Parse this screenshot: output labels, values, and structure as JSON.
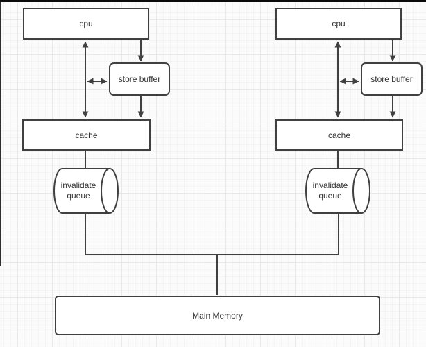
{
  "window": {
    "top_border_color": "#0a0a0a",
    "left_border_color": "#2e2e2e"
  },
  "canvas": {
    "background": "#fbfbfb",
    "grid_minor_color": "#f4f4f4",
    "grid_major_color": "#e8e8e8"
  },
  "diagram": {
    "stroke_color": "#404040",
    "text_color": "#333333",
    "node_fill_color": "#ffffff",
    "nodes": {
      "cpu_left": {
        "label": "cpu",
        "shape": "rectangle"
      },
      "store_buffer_left": {
        "label": "store buffer",
        "shape": "rounded-rectangle"
      },
      "cache_left": {
        "label": "cache",
        "shape": "rectangle"
      },
      "invalidate_queue_left": {
        "label": "invalidate queue",
        "shape": "horizontal-cylinder"
      },
      "cpu_right": {
        "label": "cpu",
        "shape": "rectangle"
      },
      "store_buffer_right": {
        "label": "store buffer",
        "shape": "rounded-rectangle"
      },
      "cache_right": {
        "label": "cache",
        "shape": "rectangle"
      },
      "invalidate_queue_right": {
        "label": "invalidate queue",
        "shape": "horizontal-cylinder"
      },
      "main_memory": {
        "label": "Main Memory",
        "shape": "rounded-rectangle"
      }
    },
    "edges": [
      {
        "from": "cpu_left",
        "to": "cache_left",
        "style": "double-arrow"
      },
      {
        "from": "cpu_left",
        "to": "store_buffer_left",
        "style": "arrow"
      },
      {
        "from": "cpu_cache_link_left",
        "to": "store_buffer_left",
        "style": "double-arrow"
      },
      {
        "from": "store_buffer_left",
        "to": "cache_left",
        "style": "arrow"
      },
      {
        "from": "cache_left",
        "to": "invalidate_queue_left",
        "style": "line"
      },
      {
        "from": "invalidate_queue_left",
        "to": "main_memory",
        "style": "line"
      },
      {
        "from": "cpu_right",
        "to": "cache_right",
        "style": "double-arrow"
      },
      {
        "from": "cpu_right",
        "to": "store_buffer_right",
        "style": "arrow"
      },
      {
        "from": "cpu_cache_link_right",
        "to": "store_buffer_right",
        "style": "double-arrow"
      },
      {
        "from": "store_buffer_right",
        "to": "cache_right",
        "style": "arrow"
      },
      {
        "from": "cache_right",
        "to": "invalidate_queue_right",
        "style": "line"
      },
      {
        "from": "invalidate_queue_right",
        "to": "main_memory",
        "style": "line"
      }
    ]
  }
}
